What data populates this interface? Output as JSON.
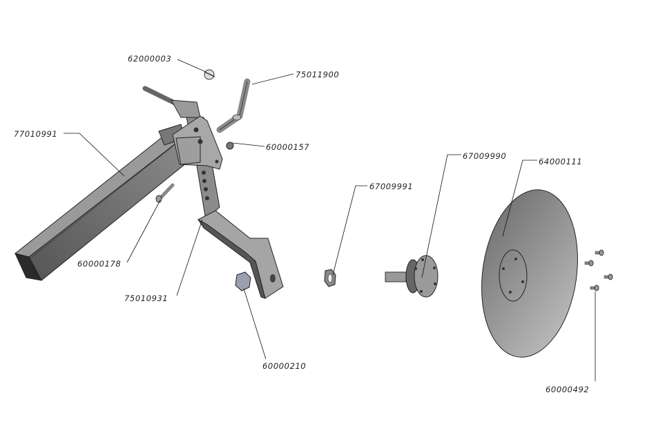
{
  "diagram": {
    "type": "exploded parts diagram",
    "parts": [
      {
        "id": "pin",
        "label": "62000003"
      },
      {
        "id": "elbow-pipe",
        "label": "75011900"
      },
      {
        "id": "square-beam",
        "label": "77010991"
      },
      {
        "id": "small-nut",
        "label": "60000157"
      },
      {
        "id": "hub-bearing",
        "label": "67009990"
      },
      {
        "id": "disc",
        "label": "64000111"
      },
      {
        "id": "hub-nut",
        "label": "67009991"
      },
      {
        "id": "bolt",
        "label": "60000178"
      },
      {
        "id": "arm-bracket",
        "label": "75010931"
      },
      {
        "id": "hex-nut",
        "label": "60000210"
      },
      {
        "id": "disc-bolts",
        "label": "60000492"
      }
    ]
  },
  "colors": {
    "part_light": "#c8c8c8",
    "part_mid": "#8a8a8a",
    "part_dark": "#3a3a3a"
  }
}
